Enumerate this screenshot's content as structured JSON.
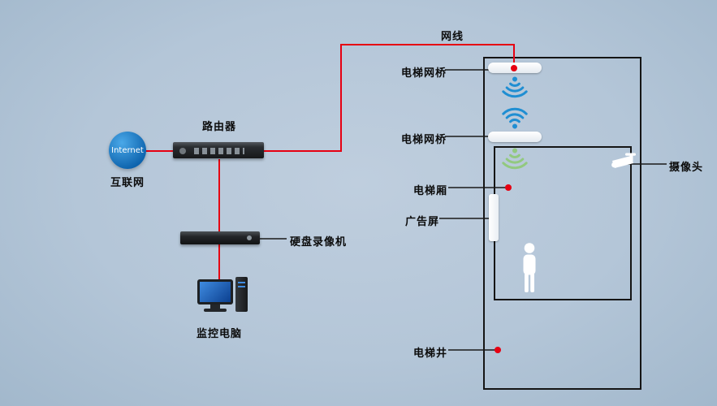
{
  "diagram": {
    "type": "network-topology",
    "title": "elevator wireless video surveillance network diagram"
  },
  "colors": {
    "background": "#b4c6d8",
    "cable_red": "#e60012",
    "label_line_black": "#1a1a1a",
    "wifi_blue": "#1f8ed2",
    "wifi_green": "#92c97f",
    "internet_blue": "#0d63ad",
    "device_white": "#ffffff"
  },
  "labels": {
    "internet_badge": "Internet",
    "internet": "互联网",
    "router": "路由器",
    "dvr": "硬盘录像机",
    "pc": "监控电脑",
    "cable": "网线",
    "bridge_top": "电梯网桥",
    "bridge_car": "电梯网桥",
    "car": "电梯厢",
    "ad_screen": "广告屏",
    "camera": "摄像头",
    "shaft": "电梯井"
  }
}
